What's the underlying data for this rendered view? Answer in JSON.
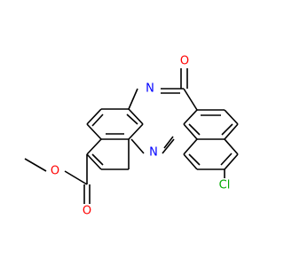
{
  "molecule": {
    "atom_labels": {
      "oxygen_carbonyl_ring": "O",
      "nitrogen_imine_top": "N",
      "nitrogen_imine_bottom": "N",
      "chlorine": "Cl",
      "oxygen_ester_carbonyl": "O",
      "oxygen_ester_methoxy": "O"
    },
    "colors": {
      "bond": "#000000",
      "oxygen": "#ff0000",
      "nitrogen": "#0000ff",
      "chlorine": "#00aa00"
    }
  }
}
